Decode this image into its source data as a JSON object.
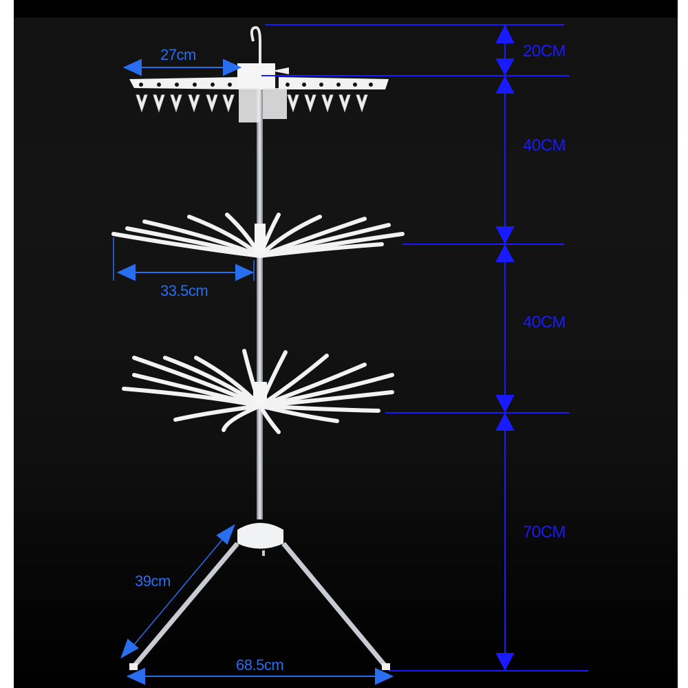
{
  "product": {
    "subject": "three-tier rotating clothes drying rack with peg hanger and tripod base",
    "background_color": "#111111",
    "frame_color": "#d8dce0"
  },
  "annotations": {
    "horizontal": [
      {
        "id": "peg_hanger_half_width",
        "label": "27cm"
      },
      {
        "id": "upper_tier_radius",
        "label": "33.5cm"
      },
      {
        "id": "leg_length",
        "label": "39cm"
      },
      {
        "id": "base_span",
        "label": "68.5cm"
      }
    ],
    "vertical": [
      {
        "id": "hook_to_hanger",
        "label": "20CM"
      },
      {
        "id": "hanger_to_tier1",
        "label": "40CM"
      },
      {
        "id": "tier1_to_tier2",
        "label": "40CM"
      },
      {
        "id": "tier2_to_floor",
        "label": "70CM"
      }
    ],
    "colors": {
      "horizontal_arrow": "#2a6ef0",
      "vertical_arrow": "#1a1aff"
    }
  }
}
